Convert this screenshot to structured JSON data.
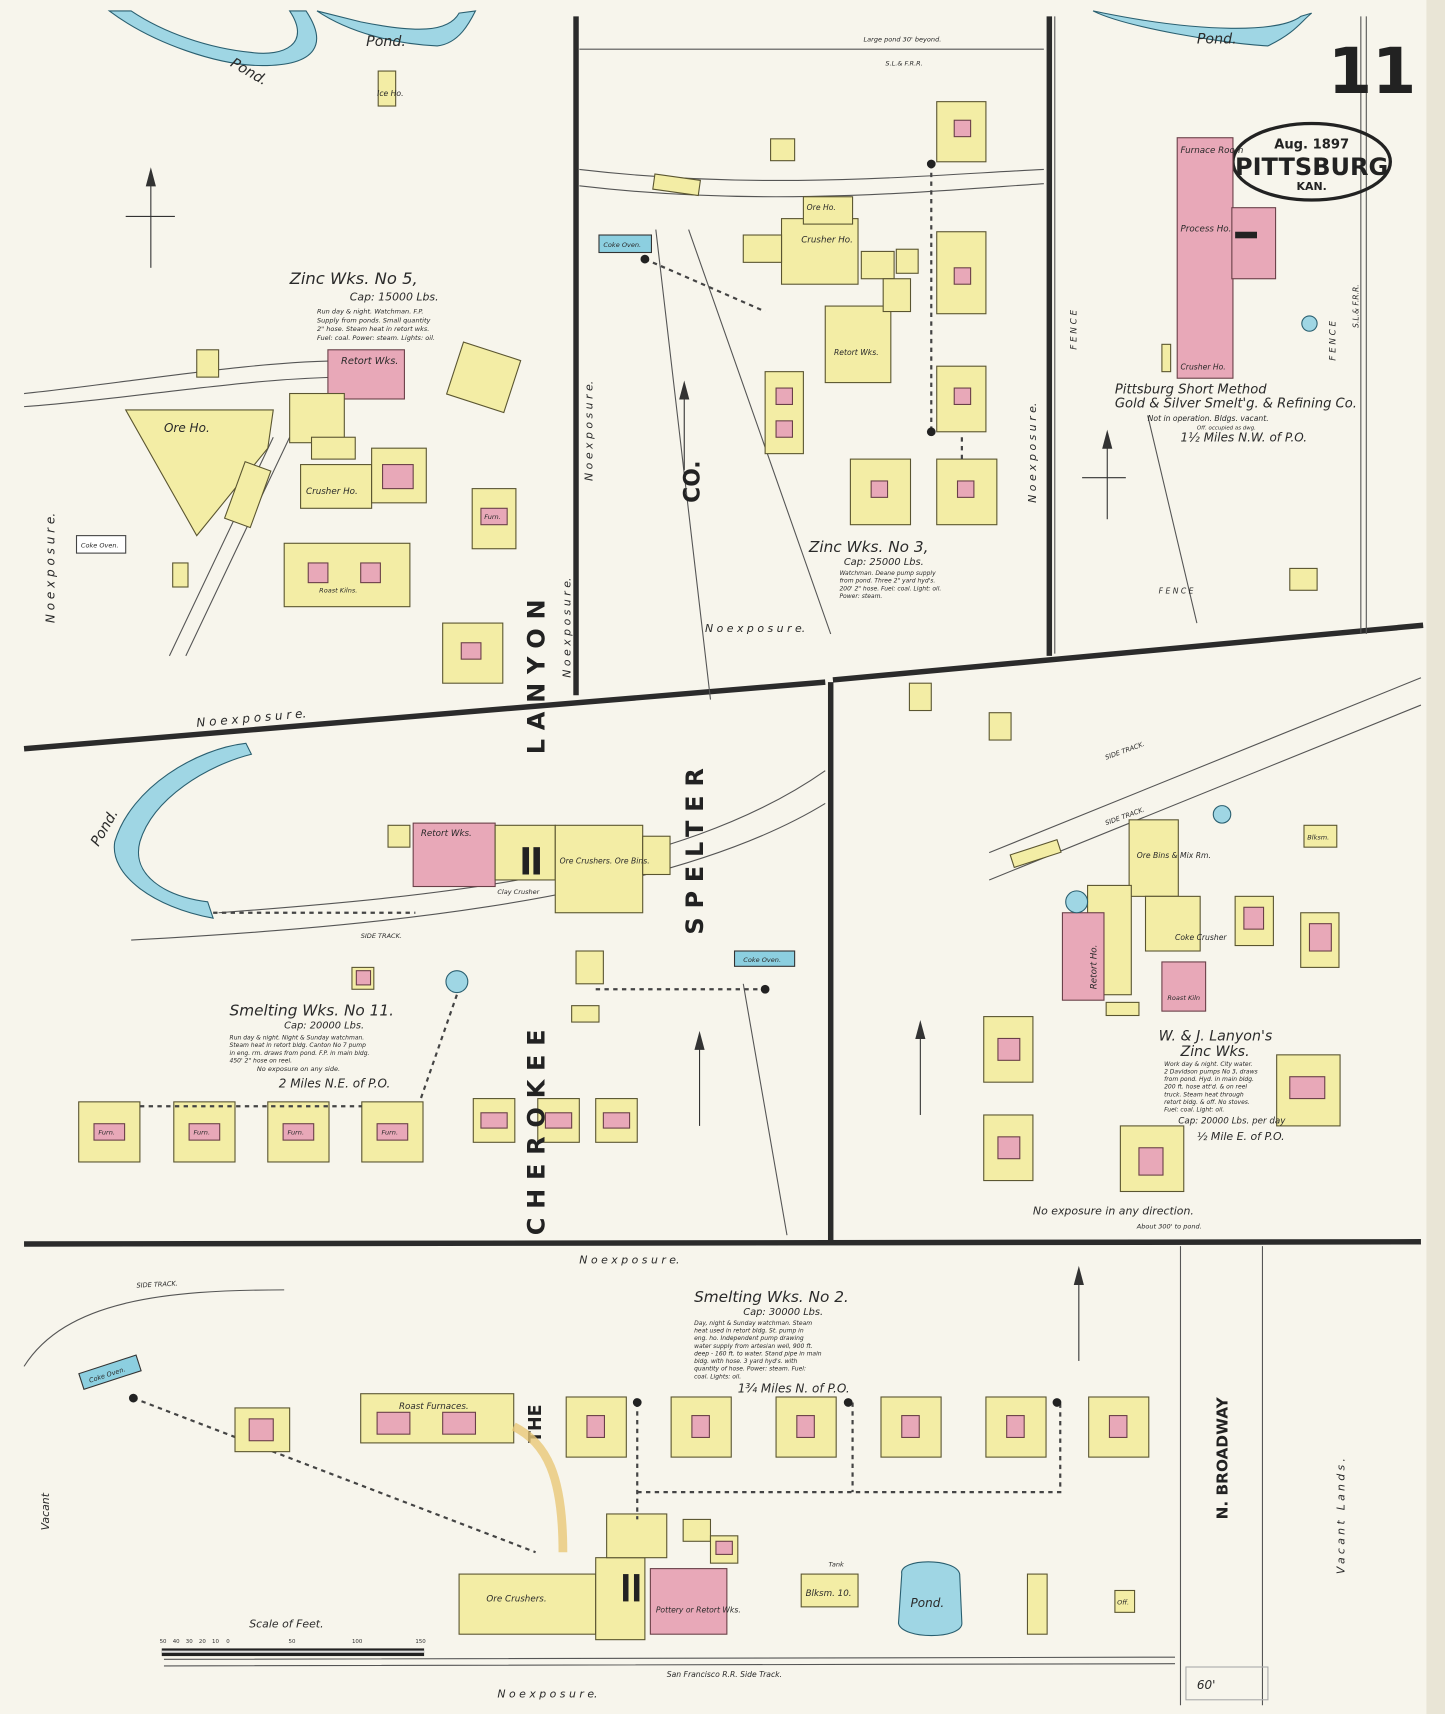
{
  "sheet": {
    "number": "11",
    "date": "Aug. 1897",
    "city": "PITTSBURG",
    "state": "KAN."
  },
  "colors": {
    "paper": "#f7f5ec",
    "frame_building": "#f3eda5",
    "brick_building": "#e8a8b8",
    "water": "#9fd6e4"
  },
  "streets": {
    "broadway": "N. BROADWAY",
    "width": "60'"
  },
  "company": {
    "name_left": "CHEROKEE",
    "name_mid": "LANYON",
    "name_right": "SPELTER",
    "co": "CO.",
    "the": "THE"
  },
  "works": {
    "zinc5": {
      "title": "Zinc Wks. No 5,",
      "cap": "Cap: 15000 Lbs.",
      "notes": [
        "Run day & night. Watchman. F.P.",
        "Supply from ponds. Small quantity",
        "2\" hose. Steam heat in retort wks.",
        "Fuel: coal. Power: steam. Lights: oil."
      ]
    },
    "zinc3": {
      "title": "Zinc Wks. No 3,",
      "cap": "Cap: 25000 Lbs.",
      "notes": [
        "Watchman. Deane pump supply",
        "from pond. Three 2\" yard hyd's.",
        "200' 2\" hose. Fuel: coal. Light: oil.",
        "Power: steam."
      ]
    },
    "pittsburg_smelt": {
      "title1": "Pittsburg Short Method",
      "title2": "Gold & Silver Smelt'g. & Refining Co.",
      "notes": [
        "Not in operation. Bldgs. vacant.",
        "Off. occupied as dwg."
      ],
      "distance": "1½ Miles N.W. of P.O."
    },
    "smelt11": {
      "title": "Smelting Wks. No 11.",
      "cap": "Cap: 20000 Lbs.",
      "notes": [
        "Run day & night. Night & Sunday watchman.",
        "Steam heat in retort bldg. Canton No 7 pump",
        "in eng. rm. draws from pond. F.P. in main bldg.",
        "450' 2\" hose on reel.",
        "No exposure on any side."
      ],
      "distance": "2 Miles N.E. of P.O."
    },
    "lanyon": {
      "title1": "W. & J. Lanyon's",
      "title2": "Zinc Wks.",
      "notes": [
        "Work day & night. City water.",
        "2 Davidson pumps No 3, draws",
        "from pond. Hyd. in main bldg.",
        "200 ft. hose att'd. & on reel",
        "truck. Steam heat through",
        "retort bldg. & off. No stoves.",
        "Fuel: coal. Light: oil."
      ],
      "cap": "Cap: 20000 Lbs. per day",
      "distance": "½ Mile E. of P.O.",
      "exposure": "No exposure in any direction.",
      "pond_note": "About 300' to pond."
    },
    "smelt2": {
      "title": "Smelting Wks. No 2.",
      "cap": "Cap: 30000 Lbs.",
      "notes": [
        "Day, night & Sunday watchman. Steam",
        "heat used in retort bldg. St. pump in",
        "eng. ho. Independent pump drawing",
        "water supply from artesian well, 900 ft.",
        "deep - 160 ft. to water. Stand pipe in main",
        "bldg. with hose. 3 yard hyd's. with",
        "quantity of hose. Power: steam. Fuel:",
        "coal. Lights: oil."
      ],
      "distance": "1¾ Miles N. of P.O."
    }
  },
  "labels": {
    "pond": "Pond.",
    "no_exposure": "N o   e x p o s u r e.",
    "large_pond": "Large pond 30' beyond.",
    "slfrr": "S.L.& F.R.R.",
    "fence": "F E N C E",
    "side_track": "SIDE TRACK.",
    "sf_side_track": "San Francisco R.R. Side Track.",
    "vacant": "Vacant",
    "vacant_lands": "Vacant   Lands.",
    "coke_oven": "Coke Oven.",
    "ore_ho": "Ore Ho.",
    "retort_wks": "Retort Wks.",
    "crusher_ho": "Crusher Ho.",
    "roast_kilns": "Roast Kilns.",
    "furn": "Furn.",
    "ice_ho": "Ice Ho.",
    "furnace_room": "Furnace Room",
    "process_ho": "Process Ho.",
    "crusher_ho2": "Crusher Ho.",
    "ore_bins": "Ore Bins & Mix Rm.",
    "coke_crusher": "Coke Crusher",
    "retort_ho": "Retort Ho.",
    "roast_kiln": "Roast Kiln",
    "ore_crushers": "Ore Crushers.",
    "pottery": "Pottery or Retort Wks.",
    "roast_furnaces": "Roast Furnaces.",
    "blksm": "Blksm.",
    "off": "Off.",
    "tank": "Tank",
    "ore_crushers_bins": "Ore Crushers. Ore Bins.",
    "clay_crusher": "Clay Crusher",
    "blksm10": "Blksm. 10."
  },
  "scale": {
    "title": "Scale of Feet.",
    "ticks": [
      "50",
      "40",
      "30",
      "20",
      "10",
      "0",
      "50",
      "100",
      "150"
    ]
  }
}
